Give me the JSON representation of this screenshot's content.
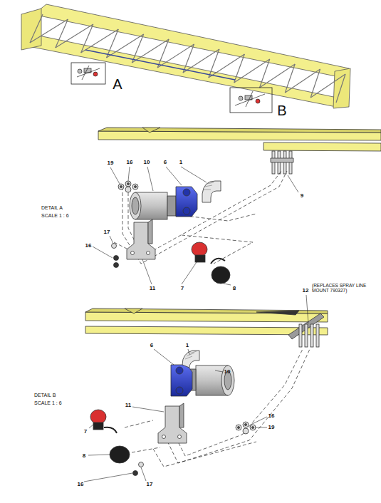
{
  "diagram": {
    "labels": [
      "A",
      "B",
      "19",
      "16",
      "10",
      "6",
      "1",
      "9",
      "DETAIL A",
      "SCALE 1 : 6",
      "17",
      "16",
      "11",
      "7",
      "8",
      "12",
      "(REPLACES SPRAY LINE MOUNT 790327)",
      "6",
      "1",
      "10",
      "DETAIL B",
      "SCALE 1 : 6",
      "11",
      "16",
      "19",
      "7",
      "8",
      "16",
      "17"
    ]
  }
}
